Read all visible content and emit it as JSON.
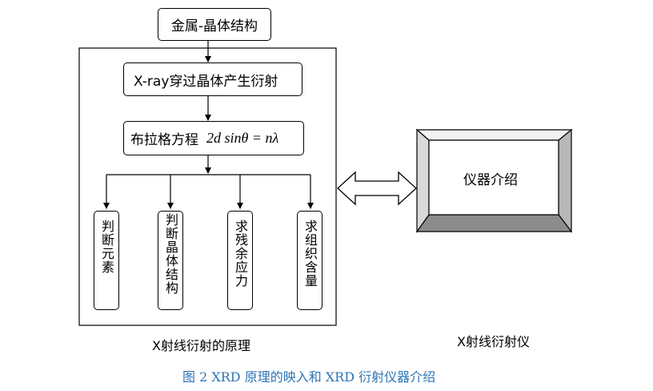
{
  "nodes": {
    "top": "金属-晶体结构",
    "xray": "X-ray穿过晶体产生衍射",
    "bragg": "布拉格方程",
    "bragg_formula": "2d sinθ = nλ",
    "branches": [
      "判断元素",
      "判断晶体结构",
      "求残余应力",
      "求组织含量"
    ],
    "instrument": "仪器介绍"
  },
  "labels": {
    "principle": "X射线衍射的原理",
    "instrument": "X射线衍射仪"
  },
  "caption": "图 2  XRD 原理的映入和 XRD 衍射仪器介绍",
  "colors": {
    "caption": "#2e74b5",
    "line": "#000000"
  }
}
